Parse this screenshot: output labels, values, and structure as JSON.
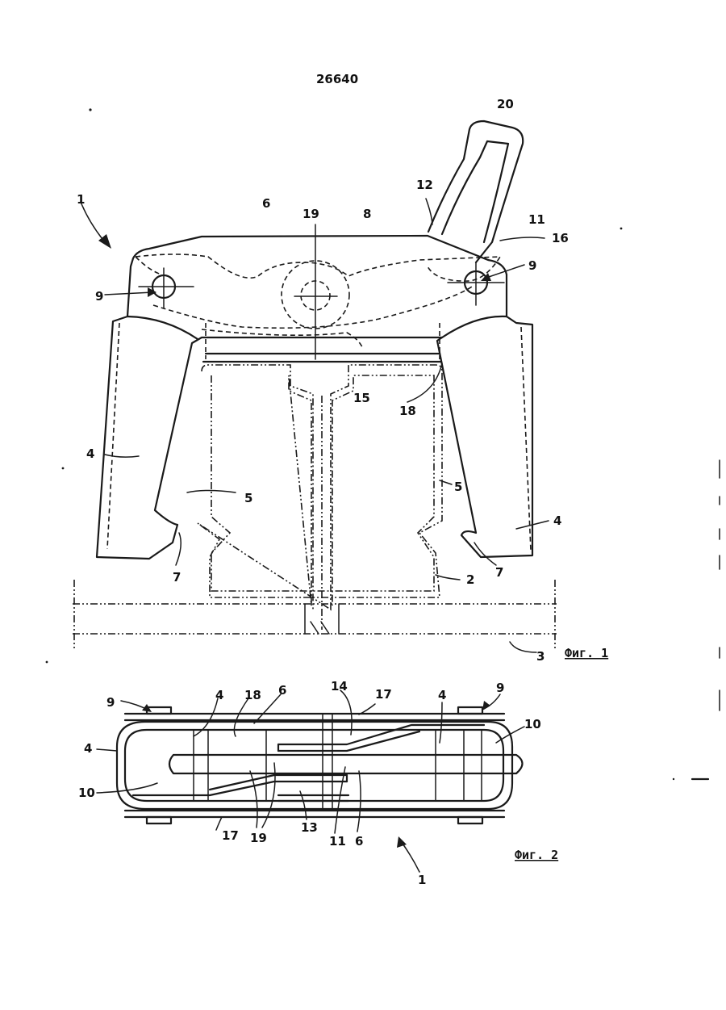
{
  "document": {
    "number": "26640"
  },
  "figure1": {
    "caption": "Фиг. 1",
    "labels": [
      "1",
      "20",
      "12",
      "6",
      "19",
      "8",
      "11",
      "16",
      "9",
      "9",
      "15",
      "18",
      "4",
      "5",
      "5",
      "4",
      "7",
      "7",
      "2",
      "3"
    ]
  },
  "figure2": {
    "caption": "Фиг. 2",
    "labels": [
      "9",
      "4",
      "18",
      "6",
      "14",
      "17",
      "4",
      "9",
      "10",
      "4",
      "10",
      "17",
      "19",
      "13",
      "11",
      "6",
      "1"
    ]
  }
}
